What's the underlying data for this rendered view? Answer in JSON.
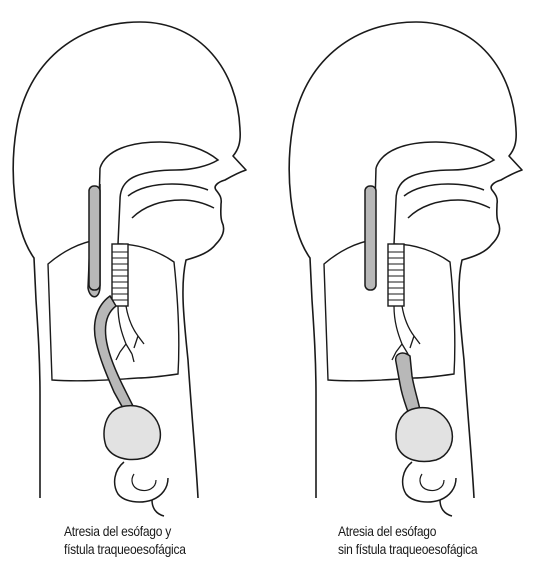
{
  "diagrams": [
    {
      "id": "with-fistula",
      "caption_line1": "Atresia del esófago y",
      "caption_line2": "fístula traqueoesofágica"
    },
    {
      "id": "without-fistula",
      "caption_line1": "Atresia del esófago",
      "caption_line2": "sin fístula traqueoesofágica"
    }
  ],
  "colors": {
    "outline": "#1a1a1a",
    "esophagus_fill": "#b8b8b8",
    "stomach_fill": "#e2e2e2",
    "background": "#ffffff"
  }
}
